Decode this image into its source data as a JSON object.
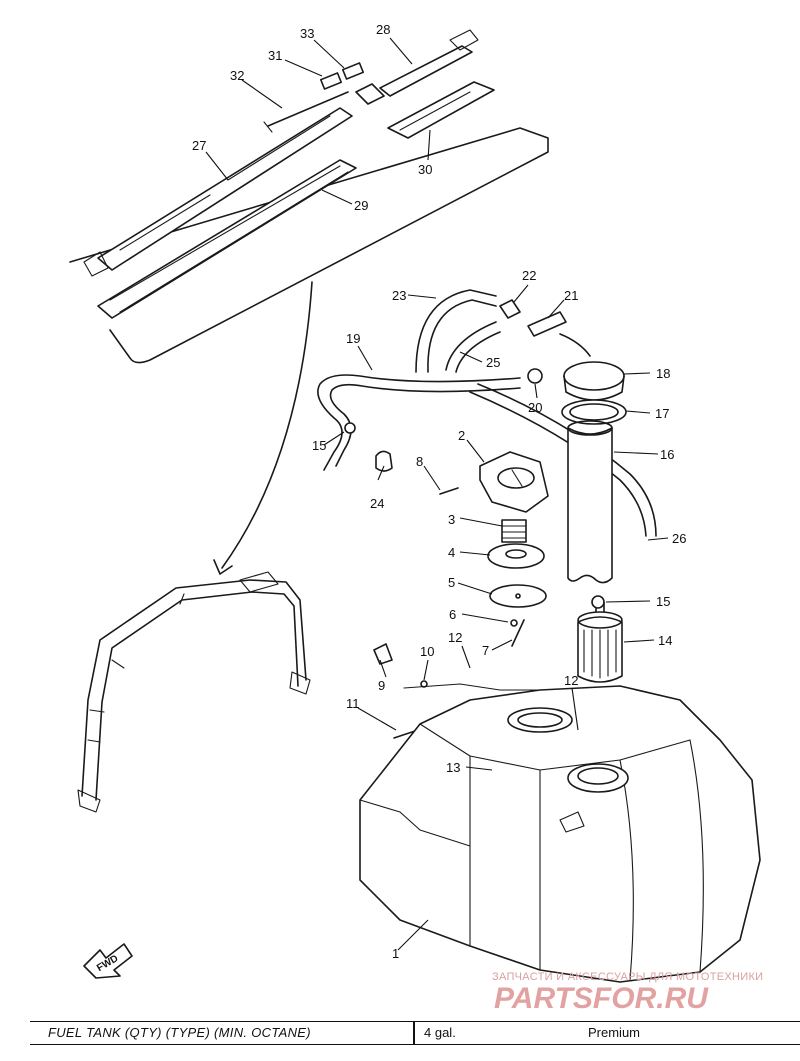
{
  "diagram": {
    "callouts": {
      "p1": "1",
      "p2": "2",
      "p3": "3",
      "p4": "4",
      "p5": "5",
      "p6": "6",
      "p7": "7",
      "p8": "8",
      "p9": "9",
      "p10": "10",
      "p11": "11",
      "p12a": "12",
      "p12b": "12",
      "p13": "13",
      "p14": "14",
      "p15a": "15",
      "p15b": "15",
      "p16": "16",
      "p17": "17",
      "p18": "18",
      "p19": "19",
      "p20": "20",
      "p21": "21",
      "p22": "22",
      "p23": "23",
      "p24": "24",
      "p25": "25",
      "p26": "26",
      "p27": "27",
      "p28": "28",
      "p29": "29",
      "p30": "30",
      "p31": "31",
      "p32": "32",
      "p33": "33"
    },
    "fwd_label": "FWD"
  },
  "watermark": {
    "line1": "ЗАПЧАСТИ И АКСЕССУАРЫ ДЛЯ МОТОТЕХНИКИ",
    "line2": "PARTSFOR.RU"
  },
  "spec_bar": {
    "label": "FUEL TANK (QTY) (TYPE) (MIN. OCTANE)",
    "quantity": "4 gal.",
    "grade": "Premium"
  }
}
